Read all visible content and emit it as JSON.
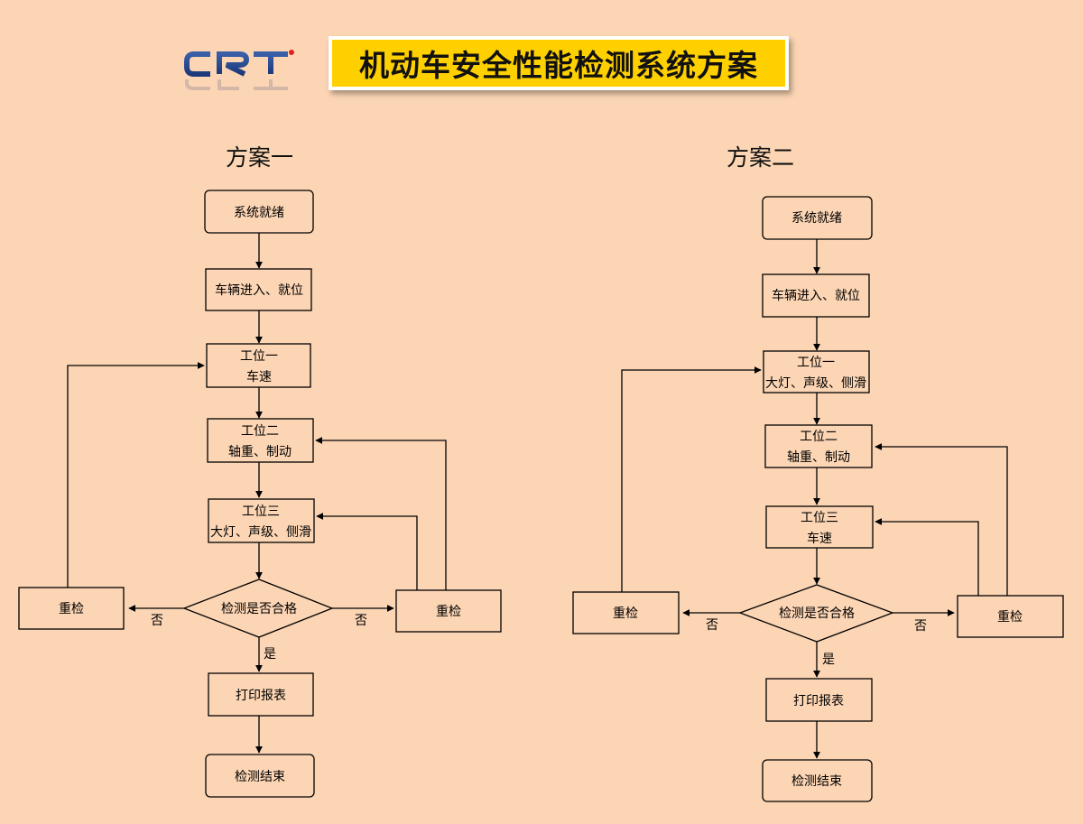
{
  "header": {
    "logo_text": "CRT",
    "title": "机动车安全性能检测系统方案"
  },
  "plans": [
    {
      "title": "方案一",
      "nodes": {
        "start": "系统就绪",
        "enter": "车辆进入、就位",
        "s1_line1": "工位一",
        "s1_line2": "车速",
        "s2_line1": "工位二",
        "s2_line2": "轴重、制动",
        "s3_line1": "工位三",
        "s3_line2": "大灯、声级、侧滑",
        "decision": "检测是否合格",
        "retest_left": "重检",
        "retest_right": "重检",
        "print": "打印报表",
        "end": "检测结束"
      },
      "labels": {
        "no_left": "否",
        "no_right": "否",
        "yes": "是"
      }
    },
    {
      "title": "方案二",
      "nodes": {
        "start": "系统就绪",
        "enter": "车辆进入、就位",
        "s1_line1": "工位一",
        "s1_line2": "大灯、声级、侧滑",
        "s2_line1": "工位二",
        "s2_line2": "轴重、制动",
        "s3_line1": "工位三",
        "s3_line2": "车速",
        "decision": "检测是否合格",
        "retest_left": "重检",
        "retest_right": "重检",
        "print": "打印报表",
        "end": "检测结束"
      },
      "labels": {
        "no_left": "否",
        "no_right": "否",
        "yes": "是"
      }
    }
  ]
}
